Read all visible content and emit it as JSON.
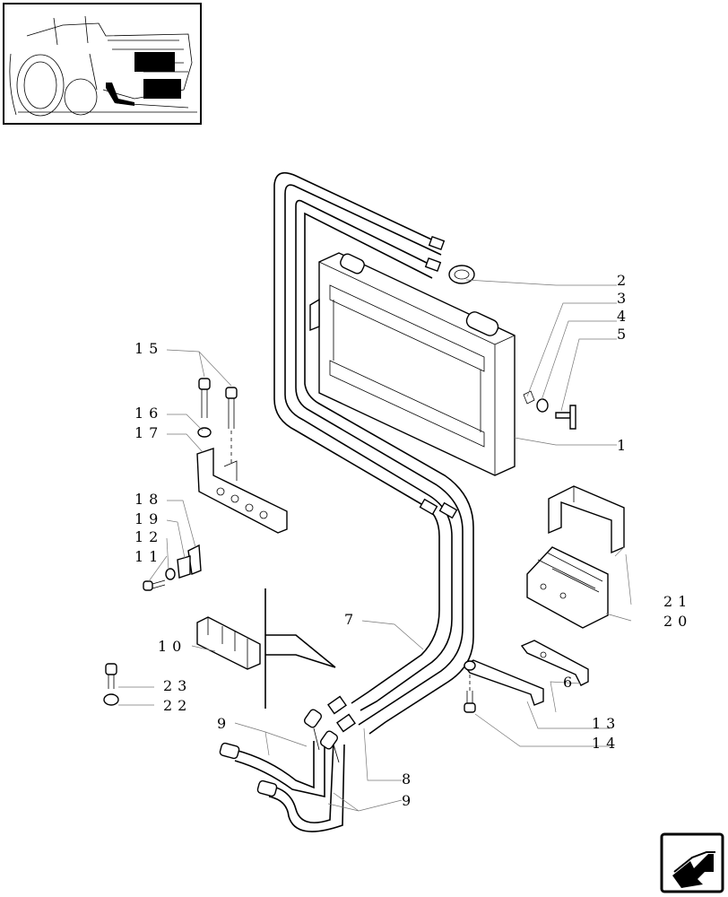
{
  "callouts": [
    {
      "id": "c2",
      "text": "2"
    },
    {
      "id": "c3",
      "text": "3"
    },
    {
      "id": "c4",
      "text": "4"
    },
    {
      "id": "c5",
      "text": "5"
    },
    {
      "id": "c1",
      "text": "1"
    },
    {
      "id": "c15",
      "text": "15"
    },
    {
      "id": "c16",
      "text": "16"
    },
    {
      "id": "c17",
      "text": "17"
    },
    {
      "id": "c18",
      "text": "18"
    },
    {
      "id": "c19",
      "text": "19"
    },
    {
      "id": "c12",
      "text": "12"
    },
    {
      "id": "c11",
      "text": "11"
    },
    {
      "id": "c21",
      "text": "21"
    },
    {
      "id": "c20",
      "text": "20"
    },
    {
      "id": "c7",
      "text": "7"
    },
    {
      "id": "c10",
      "text": "10"
    },
    {
      "id": "c6",
      "text": "6"
    },
    {
      "id": "c23",
      "text": "23"
    },
    {
      "id": "c22",
      "text": "22"
    },
    {
      "id": "c13",
      "text": "13"
    },
    {
      "id": "c14",
      "text": "14"
    },
    {
      "id": "c9a",
      "text": "9"
    },
    {
      "id": "c8",
      "text": "8"
    },
    {
      "id": "c9b",
      "text": "9"
    }
  ],
  "icons": {
    "thumbnail": "tractor-location-thumbnail",
    "nav": "next-page-arrow-icon"
  }
}
